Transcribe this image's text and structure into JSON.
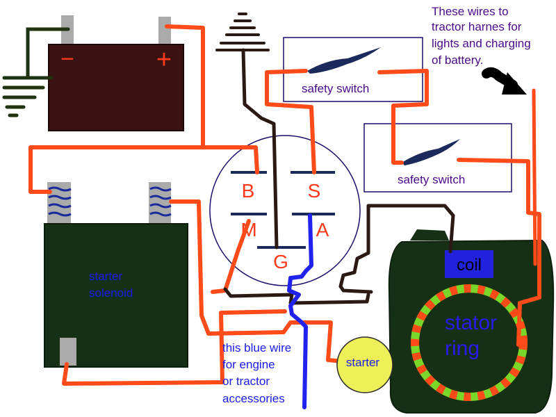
{
  "colors": {
    "red_wire": "#ff4b1a",
    "black_wire": "#2b1a14",
    "ground_wire": "#1f3310",
    "blue_wire": "#2222ee",
    "battery_body": "#3a1212",
    "solenoid_body": "#163016",
    "stator_body": "#163016",
    "coil_box": "#2222dd",
    "starter_fill": "#eef05a",
    "label_red": "#ff3a1a",
    "label_blue": "#1a1aee",
    "label_purple": "#4a0a8a"
  },
  "battery": {
    "minus": "−",
    "plus": "+"
  },
  "switch_terminals": {
    "b": "B",
    "s": "S",
    "m": "M",
    "a": "A",
    "g": "G"
  },
  "safety_switch_1": {
    "label": "safety switch"
  },
  "safety_switch_2": {
    "label": "safety switch"
  },
  "solenoid": {
    "line1": "starter",
    "line2": "solenoid"
  },
  "coil": {
    "label": "coil"
  },
  "stator": {
    "line1": "stator",
    "line2": "ring"
  },
  "starter": {
    "label": "starter"
  },
  "note_harness": {
    "line1": "These wires to",
    "line2": "tractor harnes for",
    "line3": "lights and charging",
    "line4": "of battery."
  },
  "note_blue": {
    "line1": "this blue wire",
    "line2": "for engine",
    "line3": "or tractor",
    "line4": "accessories"
  },
  "icons": {
    "battery": "battery-icon",
    "ground": "ground-symbol-icon",
    "arrow": "arrow-right-icon",
    "switch_lever": "switch-lever-icon"
  }
}
